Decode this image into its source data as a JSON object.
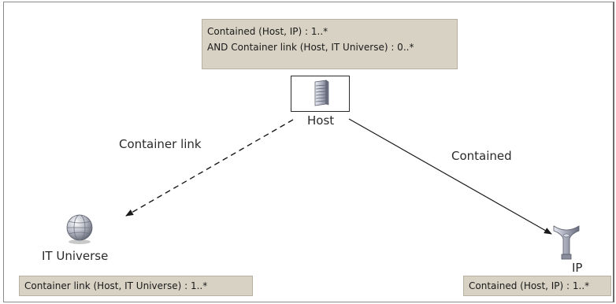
{
  "nodes": {
    "host": {
      "label": "Host",
      "icon": "server-icon"
    },
    "universe": {
      "label": "IT Universe",
      "icon": "globe-icon"
    },
    "ip": {
      "label": "IP",
      "icon": "network-tap-icon"
    }
  },
  "edges": {
    "container_link": {
      "label": "Container link",
      "style": "dashed"
    },
    "contained": {
      "label": "Contained",
      "style": "solid"
    }
  },
  "conditions": {
    "host_line1": "Contained (Host, IP) : 1..*",
    "host_line2": "AND  Container link (Host, IT Universe) : 0..*",
    "universe": "Container link (Host, IT Universe) : 1..*",
    "ip": "Contained (Host, IP) : 1..*"
  },
  "colors": {
    "condition_bg": "#d8d2c4",
    "edge": "#1a1a1a"
  }
}
